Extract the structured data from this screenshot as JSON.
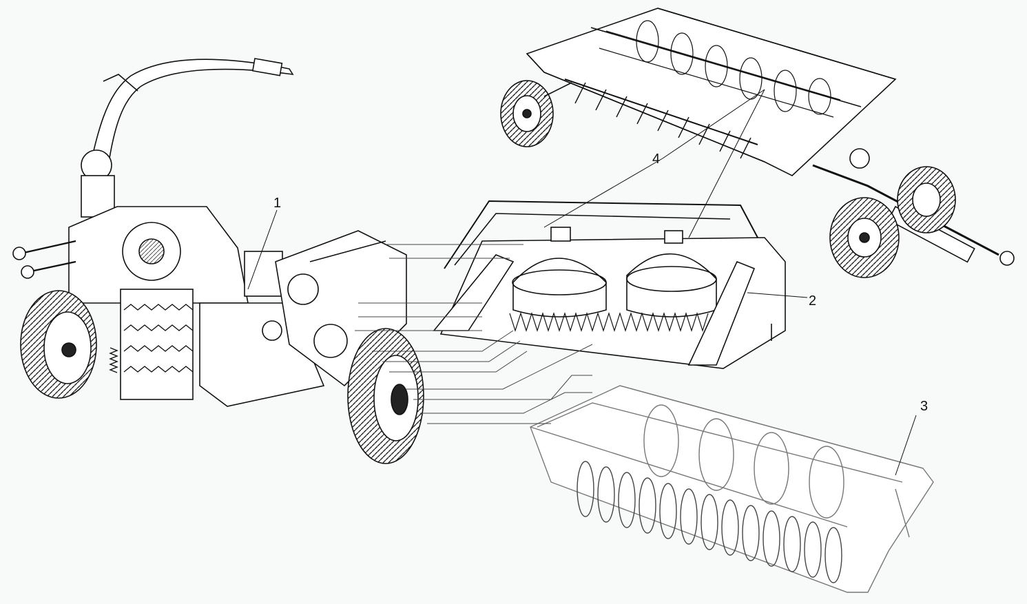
{
  "callouts": {
    "c1": "1",
    "c2": "2",
    "c3": "3",
    "c4": "4"
  },
  "colors": {
    "background": "#f7faf8",
    "line": "#111111",
    "header_3_line": "#777777"
  },
  "components": [
    "forage-harvester-1",
    "corn-header-2",
    "pickup-header-3",
    "grass-header-4"
  ]
}
